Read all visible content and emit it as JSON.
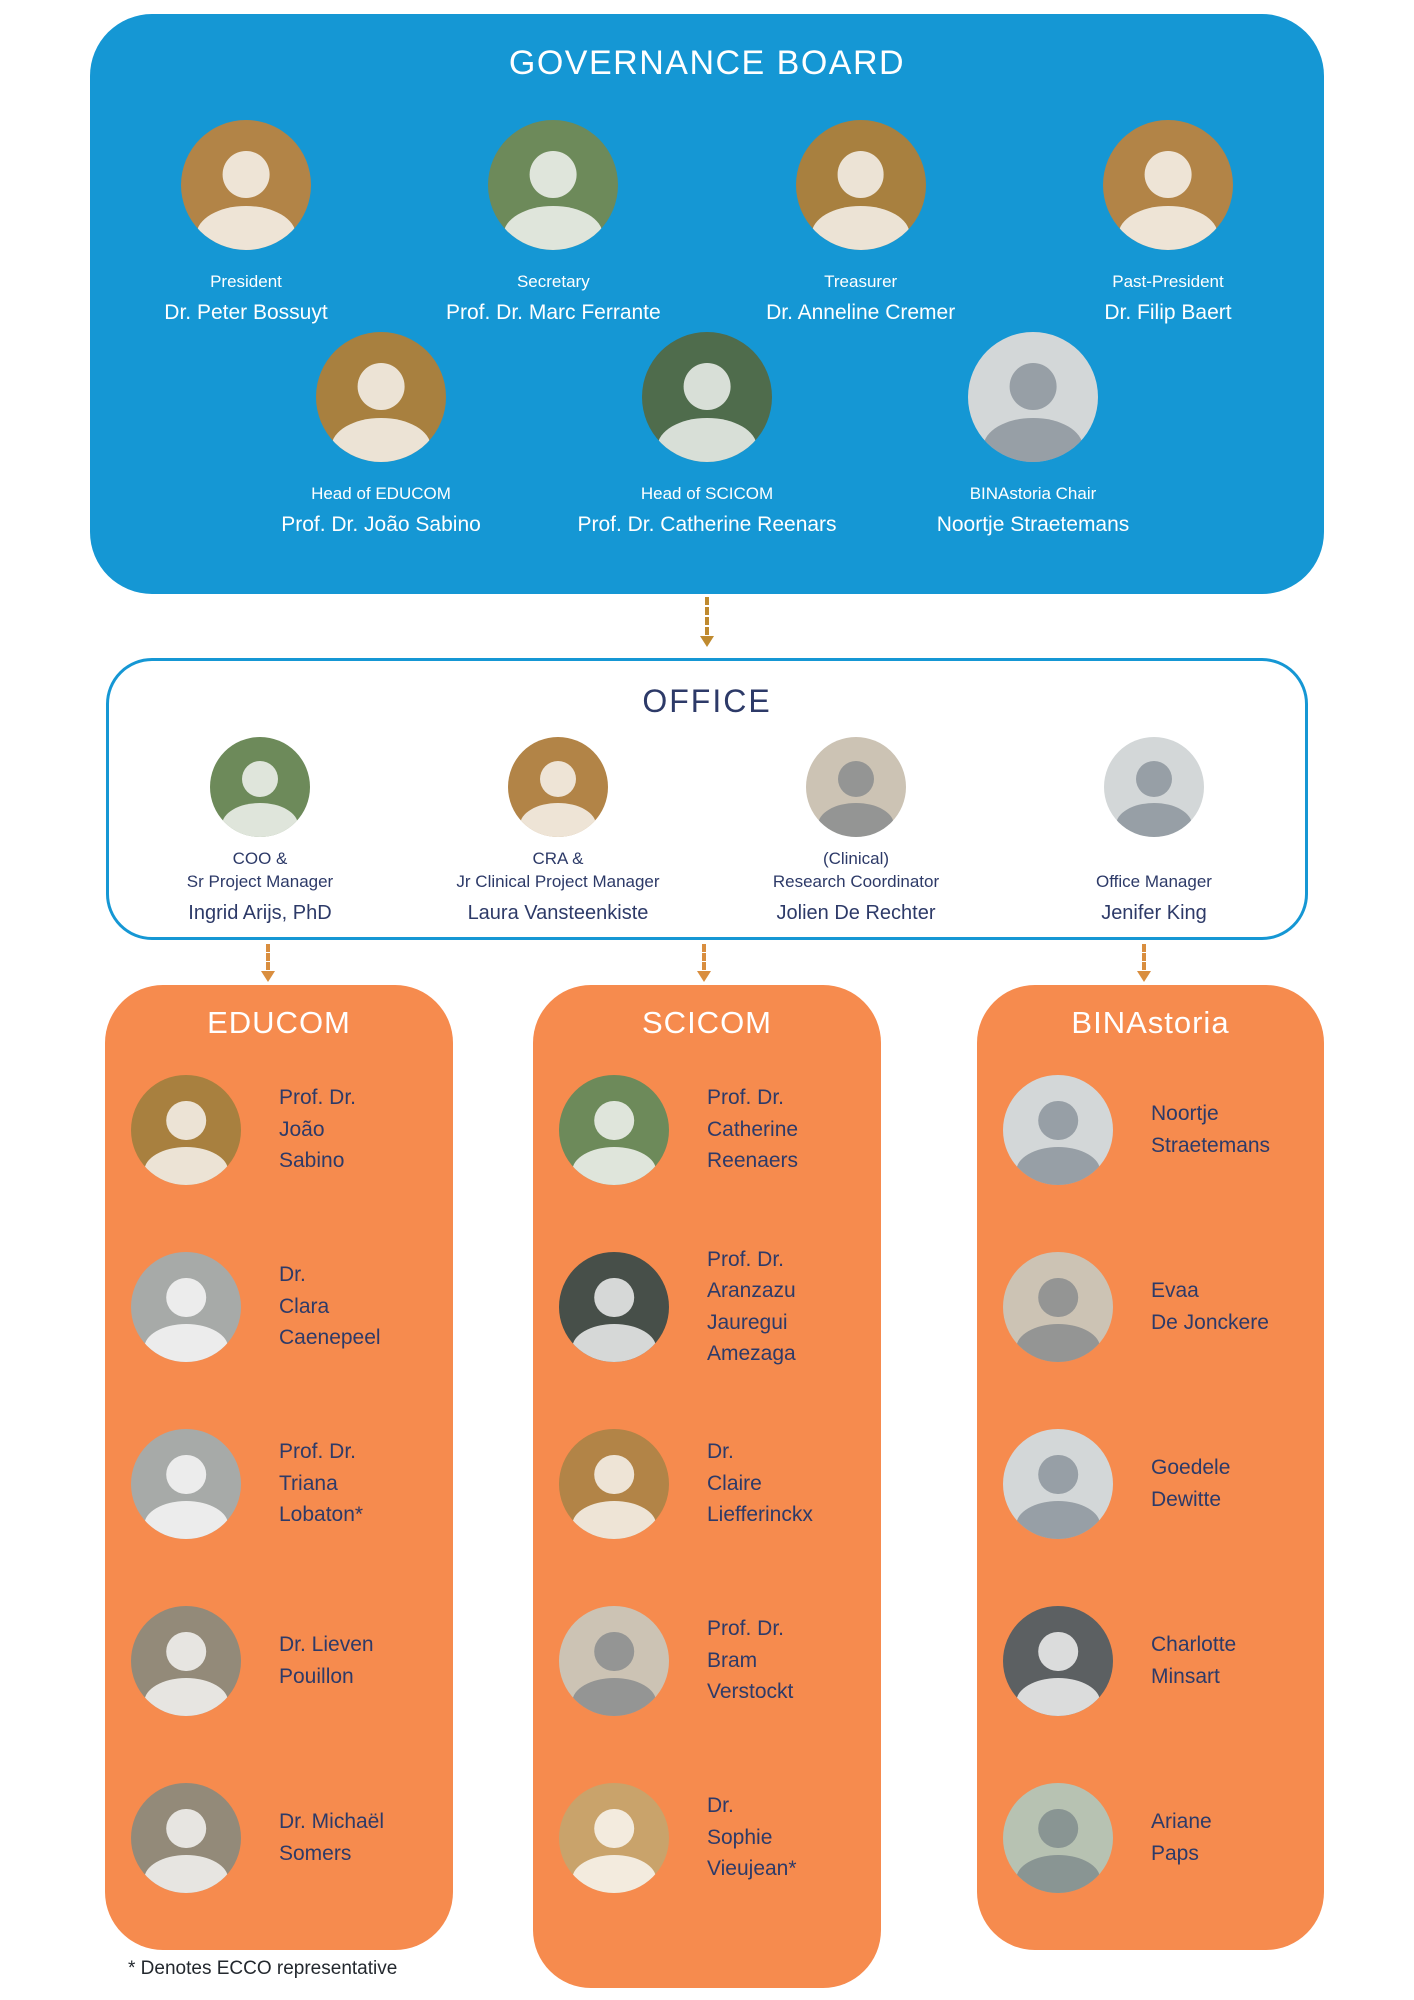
{
  "theme": {
    "blue": "#1597d4",
    "orange": "#f68b4e",
    "navy": "#2d3a68",
    "arrow_gold": "#bf8a2f",
    "arrow_orange": "#d98e3f",
    "ink": "#23282e"
  },
  "board": {
    "title": "GOVERNANCE BOARD",
    "members": [
      {
        "role": "President",
        "name": "Dr. Peter Bossuyt"
      },
      {
        "role": "Secretary",
        "name": "Prof. Dr. Marc Ferrante"
      },
      {
        "role": "Treasurer",
        "name": "Dr. Anneline Cremer"
      },
      {
        "role": "Past-President",
        "name": "Dr. Filip Baert"
      },
      {
        "role": "Head of EDUCOM",
        "name": "Prof. Dr. João Sabino"
      },
      {
        "role": "Head of SCICOM",
        "name": "Prof. Dr. Catherine Reenars"
      },
      {
        "role": "BINAstoria Chair",
        "name": "Noortje Straetemans"
      }
    ]
  },
  "office": {
    "title": "OFFICE",
    "members": [
      {
        "role_line1": "COO &",
        "role_line2": "Sr Project Manager",
        "name": "Ingrid Arijs, PhD"
      },
      {
        "role_line1": "CRA &",
        "role_line2": "Jr Clinical Project Manager",
        "name": "Laura Vansteenkiste"
      },
      {
        "role_line1": "(Clinical)",
        "role_line2": "Research Coordinator",
        "name": "Jolien De Rechter"
      },
      {
        "role_line1": "",
        "role_line2": "Office Manager",
        "name": "Jenifer King"
      }
    ]
  },
  "committees": [
    {
      "title": "EDUCOM",
      "members": [
        {
          "name": "Prof. Dr.\nJoão\nSabino"
        },
        {
          "name": "Dr.\nClara\nCaenepeel"
        },
        {
          "name": "Prof. Dr.\nTriana\nLobaton*"
        },
        {
          "name": "Dr. Lieven\nPouillon"
        },
        {
          "name": "Dr. Michaël\nSomers"
        }
      ]
    },
    {
      "title": "SCICOM",
      "members": [
        {
          "name": "Prof. Dr.\nCatherine\nReenaers"
        },
        {
          "name": "Prof. Dr.\nAranzazu\nJauregui\nAmezaga"
        },
        {
          "name": "Dr.\nClaire\nLiefferinckx"
        },
        {
          "name": "Prof. Dr.\nBram\nVerstockt"
        },
        {
          "name": "Dr.\nSophie\nVieujean*"
        }
      ]
    },
    {
      "title": "BINAstoria",
      "members": [
        {
          "name": "Noortje\nStraetemans"
        },
        {
          "name": "Evaa\nDe Jonckere"
        },
        {
          "name": "Goedele\nDewitte"
        },
        {
          "name": "Charlotte\nMinsart"
        },
        {
          "name": "Ariane\nPaps"
        }
      ]
    }
  ],
  "footnote": "* Denotes ECCO representative"
}
